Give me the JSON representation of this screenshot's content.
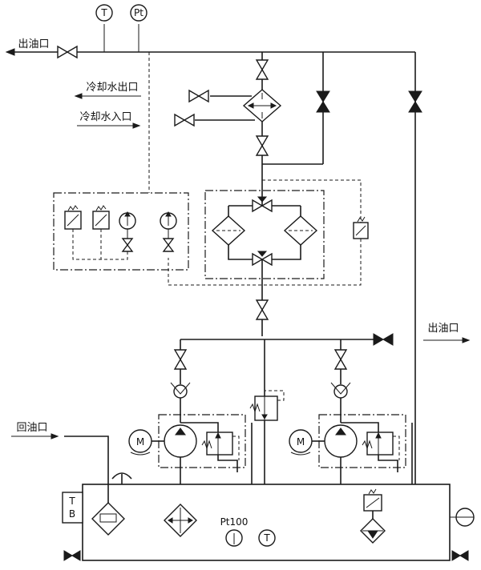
{
  "labels": {
    "oil_outlet_top": "出油口",
    "cooling_water_outlet": "冷却水出口",
    "cooling_water_inlet": "冷却水入口",
    "oil_outlet_right": "出油口",
    "oil_return_inlet": "回油口"
  },
  "instruments": {
    "temperature_gauge": "T",
    "pt_sensor": "Pt",
    "tank_pt100": "Pt100",
    "tank_temp": "T",
    "terminal_box_top": "T",
    "terminal_box_bottom": "B"
  },
  "motors": {
    "left_motor": "M",
    "right_motor": "M"
  }
}
